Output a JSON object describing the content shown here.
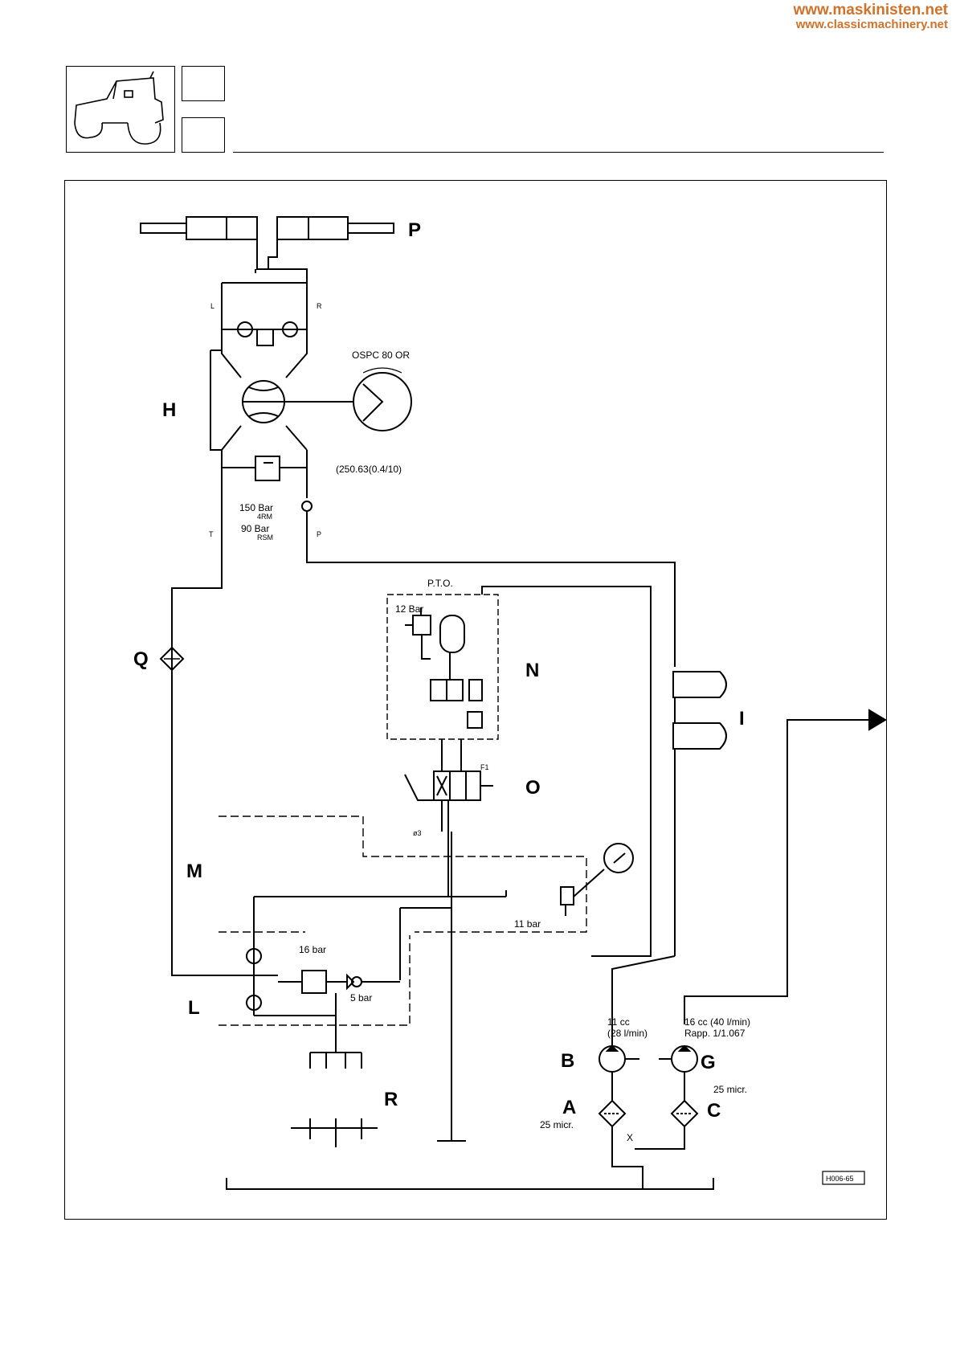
{
  "watermark": {
    "line1": "www.maskinisten.net",
    "line2": "www.classicmachinery.net"
  },
  "labels": {
    "P": "P",
    "H": "H",
    "Q": "Q",
    "N": "N",
    "I": "I",
    "O": "O",
    "M": "M",
    "L": "L",
    "B": "B",
    "G": "G",
    "A": "A",
    "C": "C",
    "R": "R"
  },
  "ports": {
    "L": "L",
    "R": "R",
    "T": "T",
    "Pp": "P",
    "X": "X"
  },
  "texts": {
    "ospc": "OSPC 80 OR",
    "steer_code": "(250.63(0.4/10)",
    "p150": "150 Bar",
    "p150sub": "4RM",
    "p90": "90 Bar",
    "p90sub": "RSM",
    "pto": "P.T.O.",
    "p12": "12 Bar",
    "f1": "F1",
    "phi3": "ø3",
    "p11": "11 bar",
    "p16": "16 bar",
    "p5": "5 bar",
    "b_cc": "11 cc",
    "b_flow": "(28 l/min)",
    "g_cc": "16 cc (40 l/min)",
    "g_rapp": "Rapp. 1/1.067",
    "a_micr": "25 micr.",
    "c_micr": "25 micr.",
    "code": "H006-65"
  }
}
